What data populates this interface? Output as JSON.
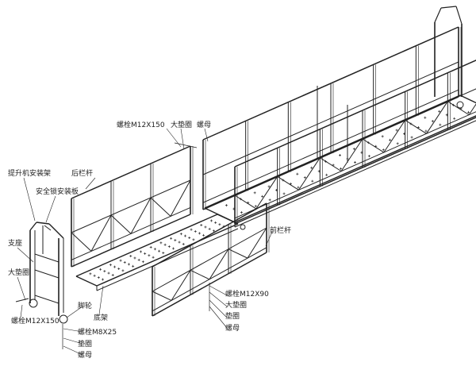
{
  "title": "吊篮平台组装示意图",
  "labels": {
    "top_bolt": "螺栓M12X150",
    "top_washer": "大垫圈",
    "top_nut": "螺母",
    "hoist_mount": "提升机安装架",
    "lock_plate": "安全锁安装板",
    "rear_rail": "后栏杆",
    "support": "支座",
    "left_washer": "大垫圈",
    "left_bolt": "螺栓M12X150",
    "caster": "脚轮",
    "base_frame": "底架",
    "caster_bolt": "螺栓M8X25",
    "caster_washer": "垫圈",
    "caster_nut": "螺母",
    "front_rail": "前栏杆",
    "front_bolt": "螺栓M12X90",
    "front_big_washer": "大垫圈",
    "front_washer": "垫圈",
    "front_nut": "螺母"
  }
}
